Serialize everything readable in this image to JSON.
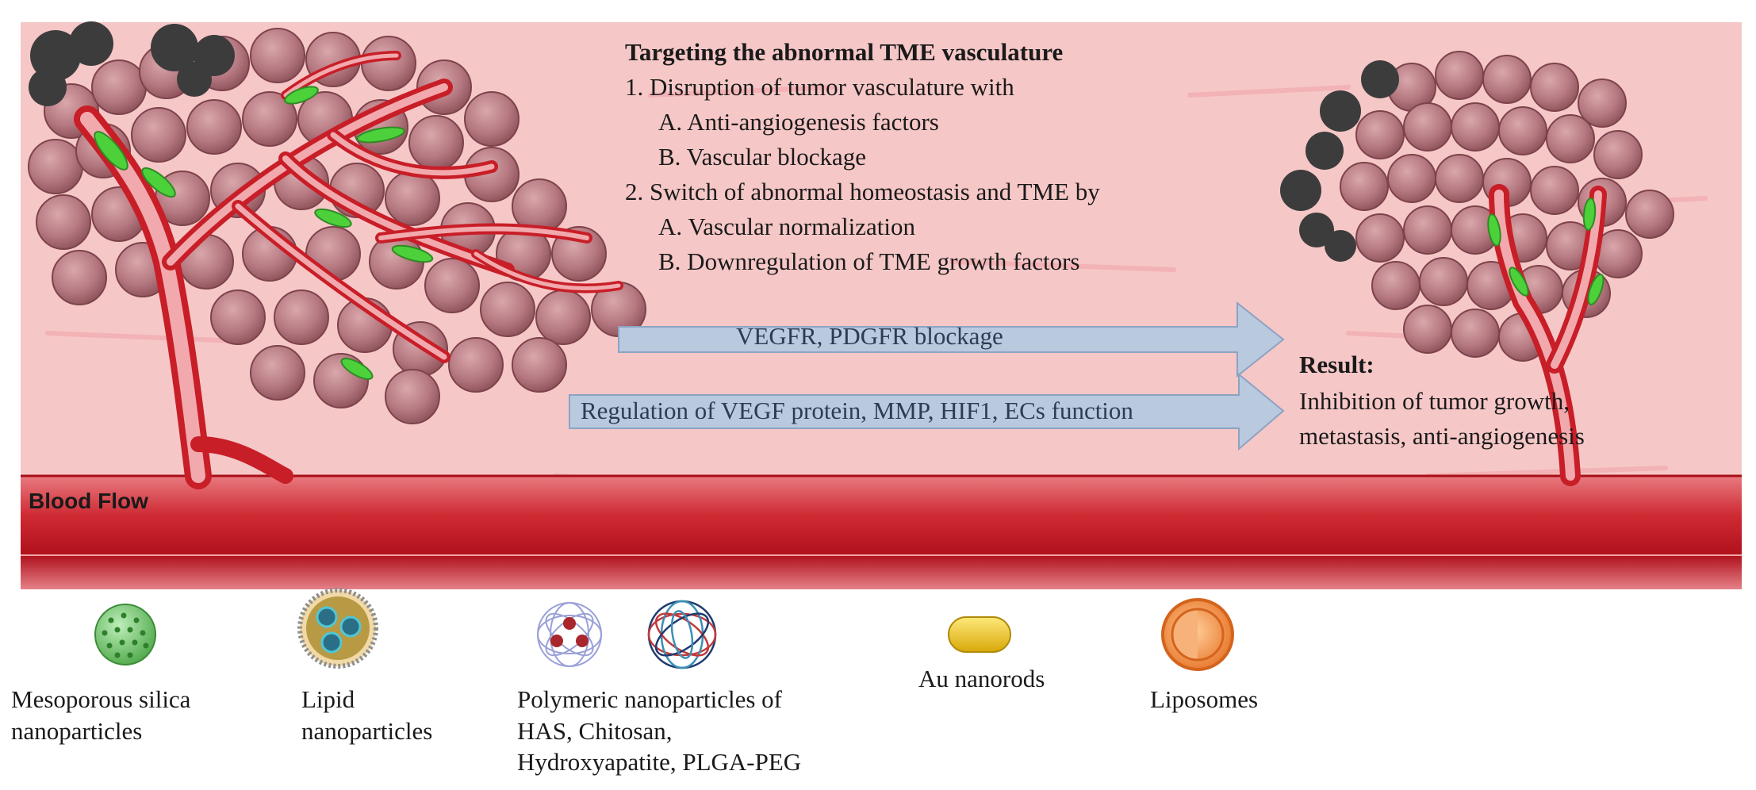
{
  "strategy": {
    "heading": "Targeting the abnormal TME vasculature",
    "item1": "1.   Disruption of tumor vasculature with",
    "item1a": "A.  Anti-angiogenesis factors",
    "item1b": "B.  Vascular blockage",
    "item2": "2. Switch of abnormal homeostasis and TME by",
    "item2a": "A.  Vascular normalization",
    "item2b": "B.  Downregulation of TME growth factors"
  },
  "arrows": {
    "arrow1": "VEGFR, PDGFR blockage",
    "arrow2": "Regulation of VEGF protein, MMP, HIF1, ECs function"
  },
  "result": {
    "title": "Result:",
    "line1": "Inhibition of tumor growth,",
    "line2": "metastasis, anti-angiogenesis"
  },
  "blood_flow_label": "Blood Flow",
  "nanoparticles": [
    {
      "icon": "mesoporous-silica-icon",
      "line1": "Mesoporous silica",
      "line2": "nanoparticles"
    },
    {
      "icon": "lipid-nanoparticle-icon",
      "line1": "Lipid",
      "line2": "nanoparticles"
    },
    {
      "icon": "polymeric-nanoparticle-icon",
      "line1": "Polymeric nanoparticles of",
      "line2": "HAS, Chitosan,",
      "line3": "Hydroxyapatite, PLGA-PEG"
    },
    {
      "icon": "au-nanorod-icon",
      "line1": "Au nanorods"
    },
    {
      "icon": "liposome-icon",
      "line1": "Liposomes"
    }
  ],
  "colors": {
    "tissue": "#f6c7c7",
    "blood_vessel": "#c4242c",
    "tumor_cell": "#b67b82",
    "endothelial_cell": "#4cd13a",
    "necrotic_cell": "#3c3c3c",
    "arrow_fill": "#b9c9de",
    "arrow_stroke": "#8ca3c2"
  }
}
